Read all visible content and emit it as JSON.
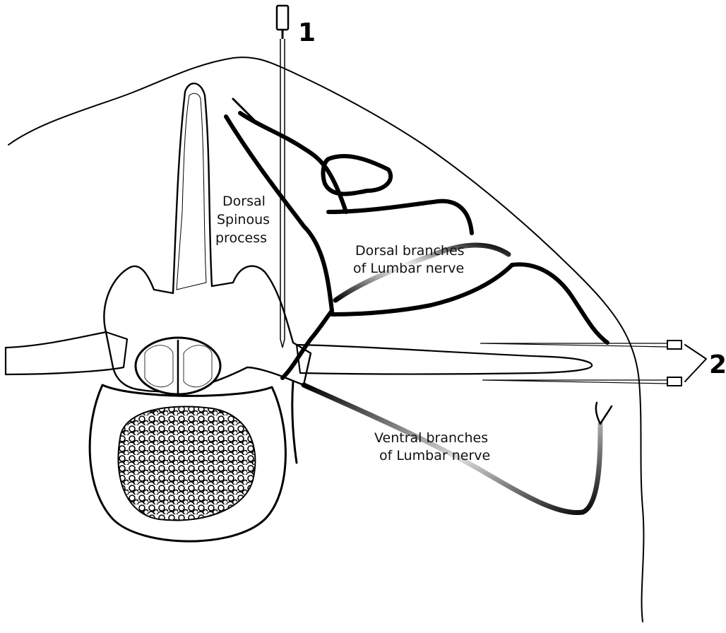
{
  "labels": {
    "dorsal_spinous_line1": "Dorsal",
    "dorsal_spinous_line2": "Spinous",
    "dorsal_spinous_line3": "process",
    "dorsal_branches_line1": "Dorsal branches",
    "dorsal_branches_line2": "of Lumbar nerve",
    "ventral_branches_line1": "Ventral branches",
    "ventral_branches_line2": "of Lumbar nerve"
  },
  "needle_markers": {
    "needle_1": "1",
    "needle_2": "2"
  },
  "colors": {
    "ink": "#000000",
    "background": "#ffffff"
  }
}
